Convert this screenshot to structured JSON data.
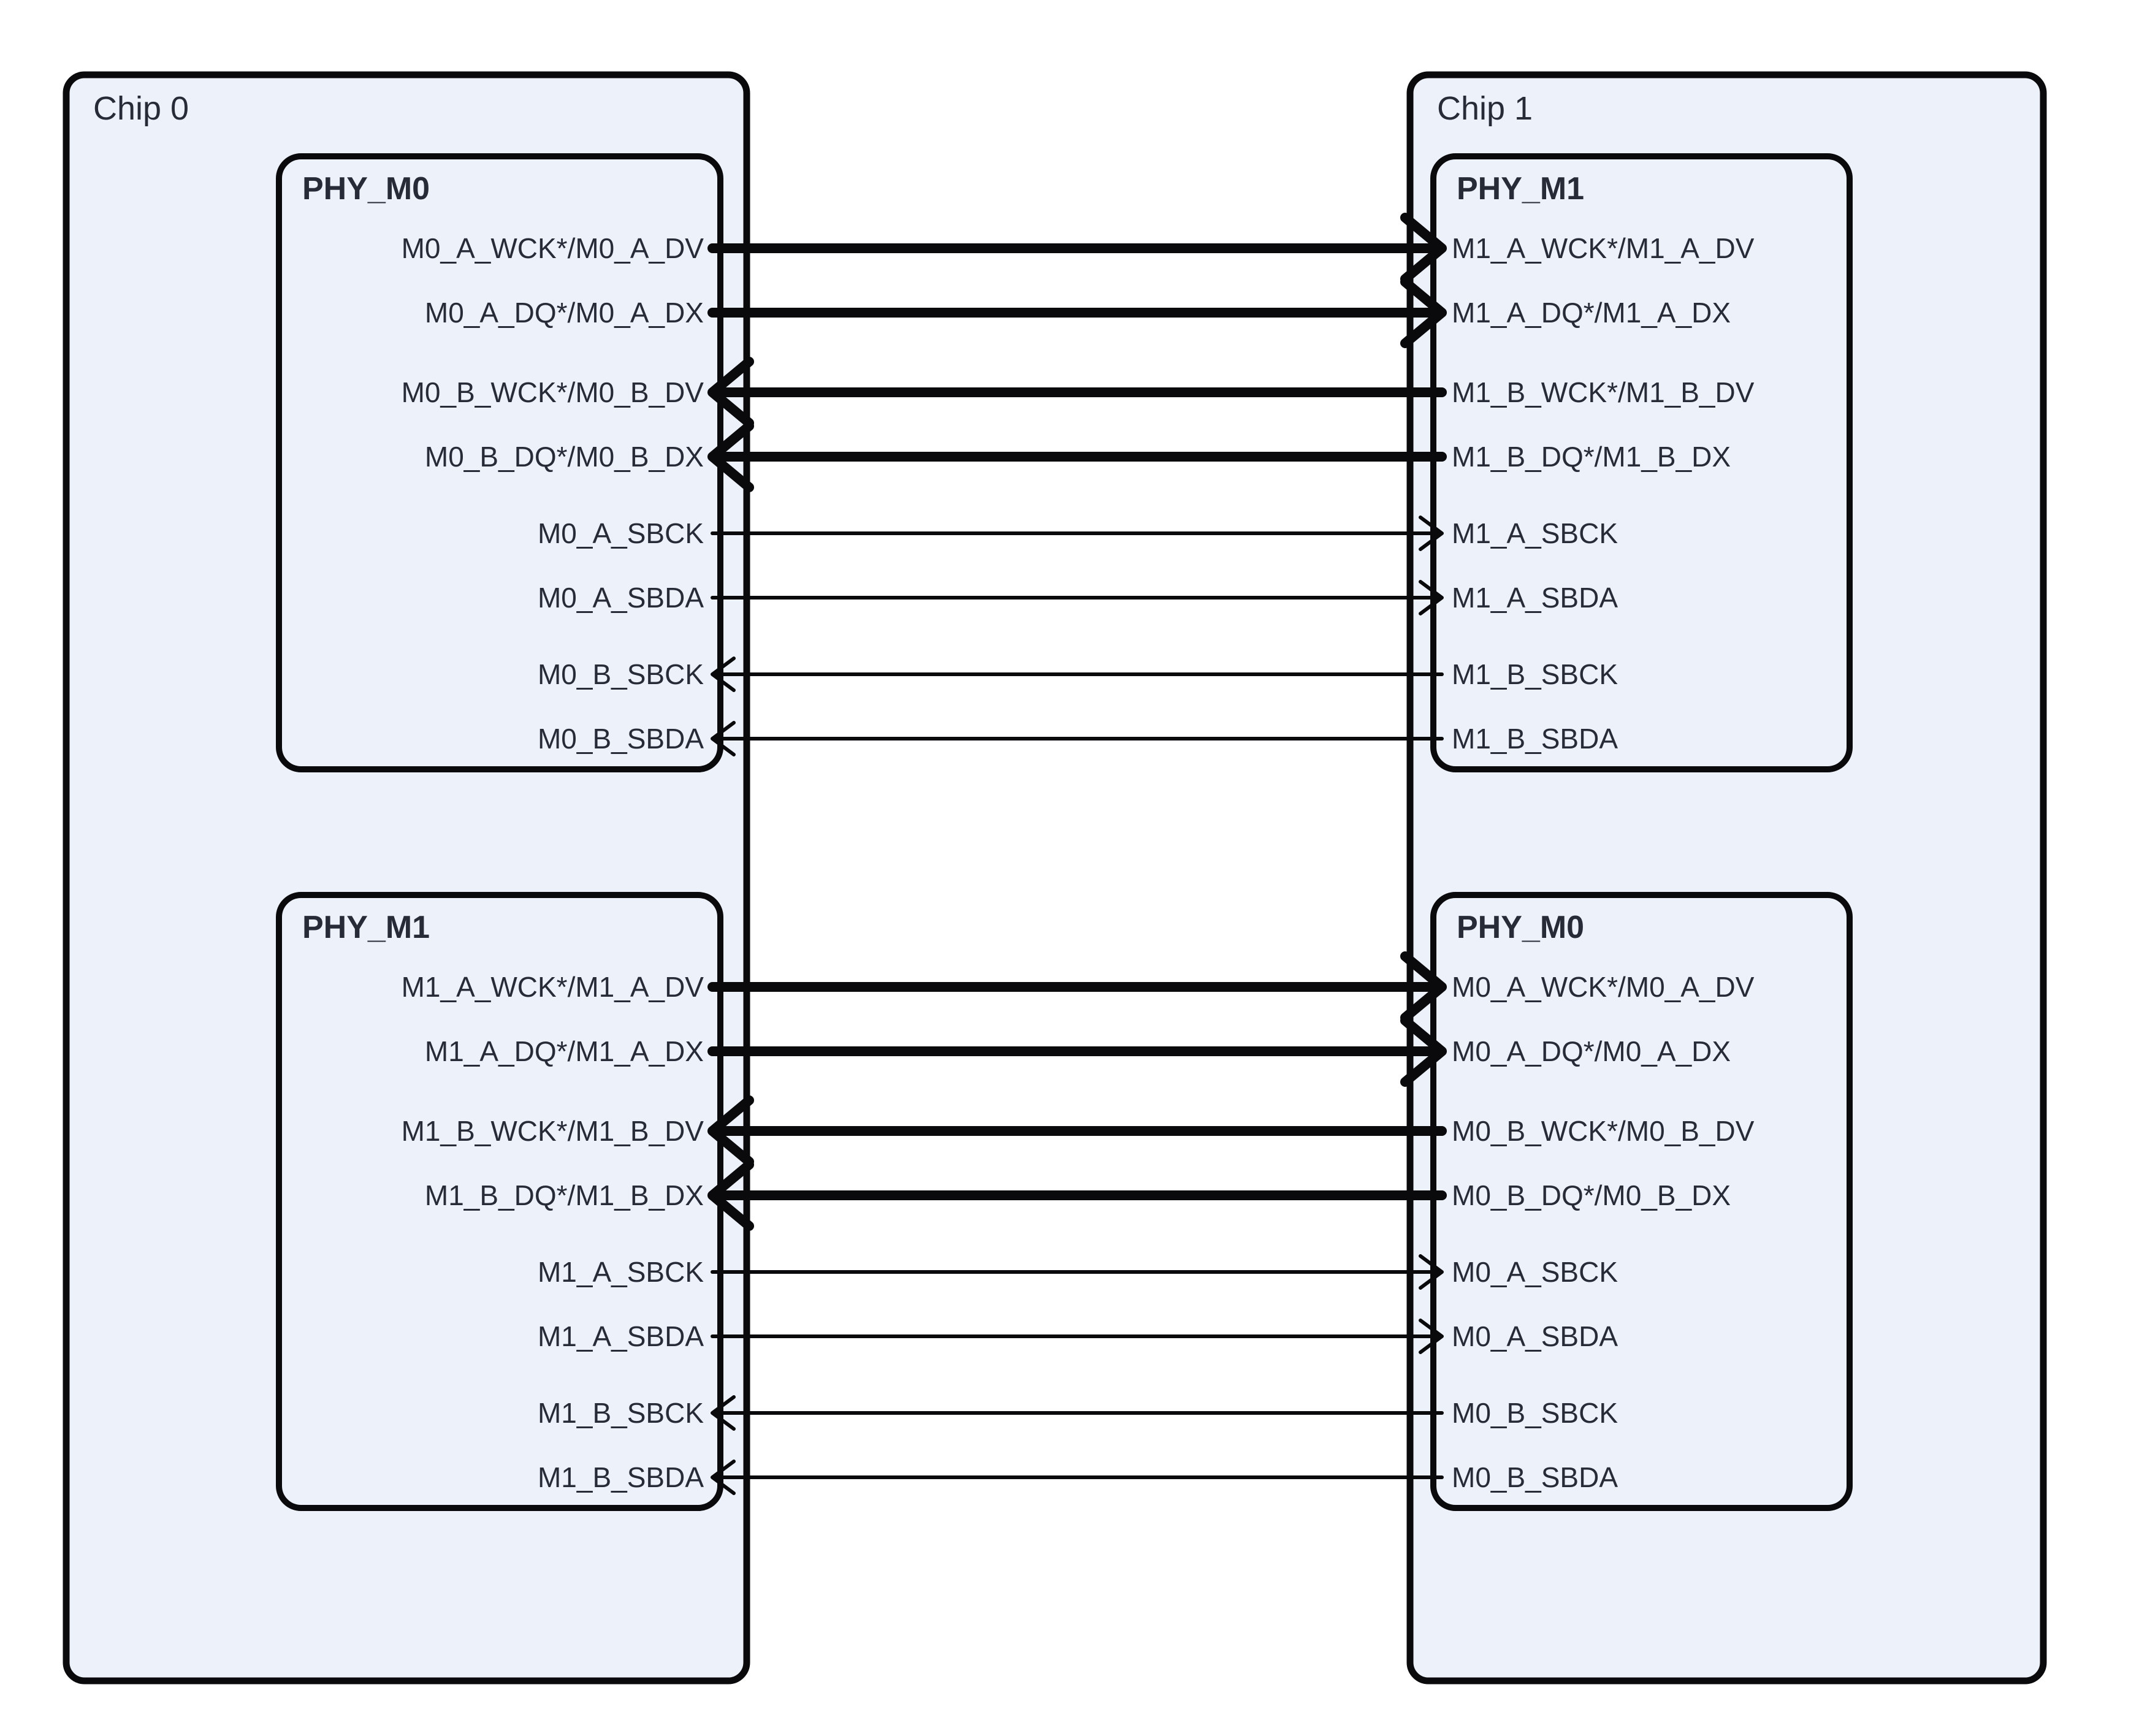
{
  "page": {
    "background": "#ffffff"
  },
  "colors": {
    "box_fill": "#edf1fa",
    "border": "#0a0a0c",
    "wire": "#0a0a0c",
    "text": "#262b37"
  },
  "chips": [
    {
      "label": "Chip 0",
      "phys": [
        {
          "title": "PHY_M0",
          "ports": [
            "M0_A_WCK*/M0_A_DV",
            "M0_A_DQ*/M0_A_DX",
            "M0_B_WCK*/M0_B_DV",
            "M0_B_DQ*/M0_B_DX",
            "M0_A_SBCK",
            "M0_A_SBDA",
            "M0_B_SBCK",
            "M0_B_SBDA"
          ]
        },
        {
          "title": "PHY_M1",
          "ports": [
            "M1_A_WCK*/M1_A_DV",
            "M1_A_DQ*/M1_A_DX",
            "M1_B_WCK*/M1_B_DV",
            "M1_B_DQ*/M1_B_DX",
            "M1_A_SBCK",
            "M1_A_SBDA",
            "M1_B_SBCK",
            "M1_B_SBDA"
          ]
        }
      ]
    },
    {
      "label": "Chip 1",
      "phys": [
        {
          "title": "PHY_M1",
          "ports": [
            "M1_A_WCK*/M1_A_DV",
            "M1_A_DQ*/M1_A_DX",
            "M1_B_WCK*/M1_B_DV",
            "M1_B_DQ*/M1_B_DX",
            "M1_A_SBCK",
            "M1_A_SBDA",
            "M1_B_SBCK",
            "M1_B_SBDA"
          ]
        },
        {
          "title": "PHY_M0",
          "ports": [
            "M0_A_WCK*/M0_A_DV",
            "M0_A_DQ*/M0_A_DX",
            "M0_B_WCK*/M0_B_DV",
            "M0_B_DQ*/M0_B_DX",
            "M0_A_SBCK",
            "M0_A_SBDA",
            "M0_B_SBCK",
            "M0_B_SBDA"
          ]
        }
      ]
    }
  ],
  "connections": [
    {
      "from": "Chip 0.PHY_M0.M0_A_WCK*/M0_A_DV",
      "to": "Chip 1.PHY_M1.M1_A_WCK*/M1_A_DV",
      "direction": "right",
      "weight": "thick"
    },
    {
      "from": "Chip 0.PHY_M0.M0_A_DQ*/M0_A_DX",
      "to": "Chip 1.PHY_M1.M1_A_DQ*/M1_A_DX",
      "direction": "right",
      "weight": "thick"
    },
    {
      "from": "Chip 1.PHY_M1.M1_B_WCK*/M1_B_DV",
      "to": "Chip 0.PHY_M0.M0_B_WCK*/M0_B_DV",
      "direction": "left",
      "weight": "thick"
    },
    {
      "from": "Chip 1.PHY_M1.M1_B_DQ*/M1_B_DX",
      "to": "Chip 0.PHY_M0.M0_B_DQ*/M0_B_DX",
      "direction": "left",
      "weight": "thick"
    },
    {
      "from": "Chip 0.PHY_M0.M0_A_SBCK",
      "to": "Chip 1.PHY_M1.M1_A_SBCK",
      "direction": "right",
      "weight": "thin"
    },
    {
      "from": "Chip 0.PHY_M0.M0_A_SBDA",
      "to": "Chip 1.PHY_M1.M1_A_SBDA",
      "direction": "right",
      "weight": "thin"
    },
    {
      "from": "Chip 1.PHY_M1.M1_B_SBCK",
      "to": "Chip 0.PHY_M0.M0_B_SBCK",
      "direction": "left",
      "weight": "thin"
    },
    {
      "from": "Chip 1.PHY_M1.M1_B_SBDA",
      "to": "Chip 0.PHY_M0.M0_B_SBDA",
      "direction": "left",
      "weight": "thin"
    },
    {
      "from": "Chip 0.PHY_M1.M1_A_WCK*/M1_A_DV",
      "to": "Chip 1.PHY_M0.M0_A_WCK*/M0_A_DV",
      "direction": "right",
      "weight": "thick"
    },
    {
      "from": "Chip 0.PHY_M1.M1_A_DQ*/M1_A_DX",
      "to": "Chip 1.PHY_M0.M0_A_DQ*/M0_A_DX",
      "direction": "right",
      "weight": "thick"
    },
    {
      "from": "Chip 1.PHY_M0.M0_B_WCK*/M0_B_DV",
      "to": "Chip 0.PHY_M1.M1_B_WCK*/M1_B_DV",
      "direction": "left",
      "weight": "thick"
    },
    {
      "from": "Chip 1.PHY_M0.M0_B_DQ*/M0_B_DX",
      "to": "Chip 0.PHY_M1.M1_B_DQ*/M1_B_DX",
      "direction": "left",
      "weight": "thick"
    },
    {
      "from": "Chip 0.PHY_M1.M1_A_SBCK",
      "to": "Chip 1.PHY_M0.M0_A_SBCK",
      "direction": "right",
      "weight": "thin"
    },
    {
      "from": "Chip 0.PHY_M1.M1_A_SBDA",
      "to": "Chip 1.PHY_M0.M0_A_SBDA",
      "direction": "right",
      "weight": "thin"
    },
    {
      "from": "Chip 1.PHY_M0.M0_B_SBCK",
      "to": "Chip 0.PHY_M1.M1_B_SBCK",
      "direction": "left",
      "weight": "thin"
    },
    {
      "from": "Chip 1.PHY_M0.M0_B_SBDA",
      "to": "Chip 0.PHY_M1.M1_B_SBDA",
      "direction": "left",
      "weight": "thin"
    }
  ]
}
